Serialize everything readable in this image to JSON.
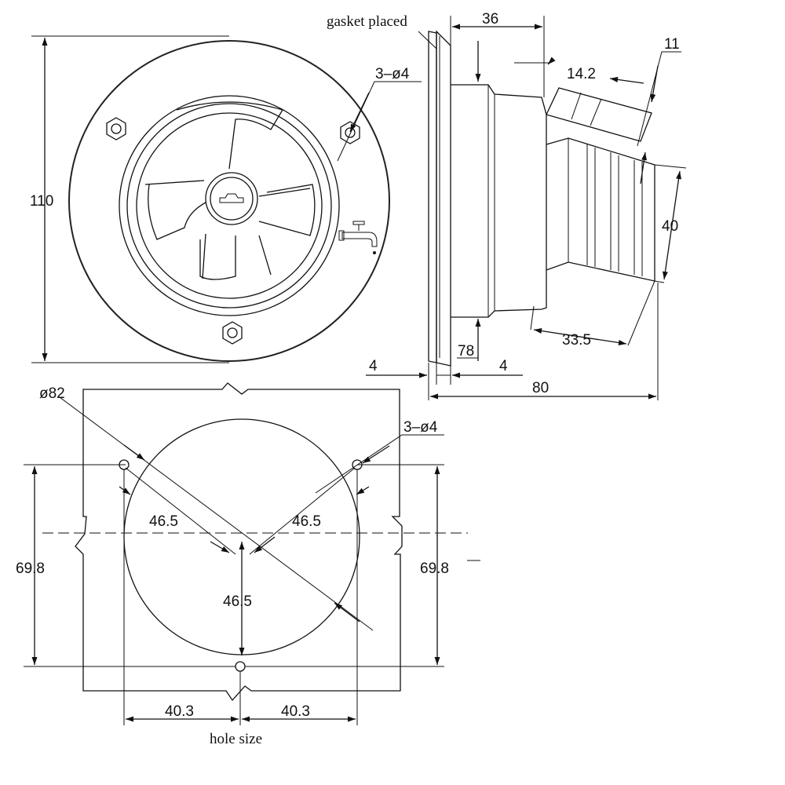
{
  "labels": {
    "gasket": "gasket placed",
    "hole_size": "hole size"
  },
  "dims": {
    "height_110": "110",
    "holes_top": "3–ø4",
    "holes_bottom": "3–ø4",
    "d36": "36",
    "d11": "11",
    "d14_2": "14.2",
    "d40": "40",
    "d33_5": "33.5",
    "d78": "78",
    "d4_left": "4",
    "d4_right": "4",
    "d80": "80",
    "d82": "ø82",
    "d46_5_left": "46.5",
    "d46_5_right": "46.5",
    "d46_5_vert": "46.5",
    "d69_8_left": "69.8",
    "d69_8_right": "69.8",
    "d40_3_left": "40.3",
    "d40_3_right": "40.3"
  },
  "icons": {
    "faucet": "water-tap-icon"
  }
}
